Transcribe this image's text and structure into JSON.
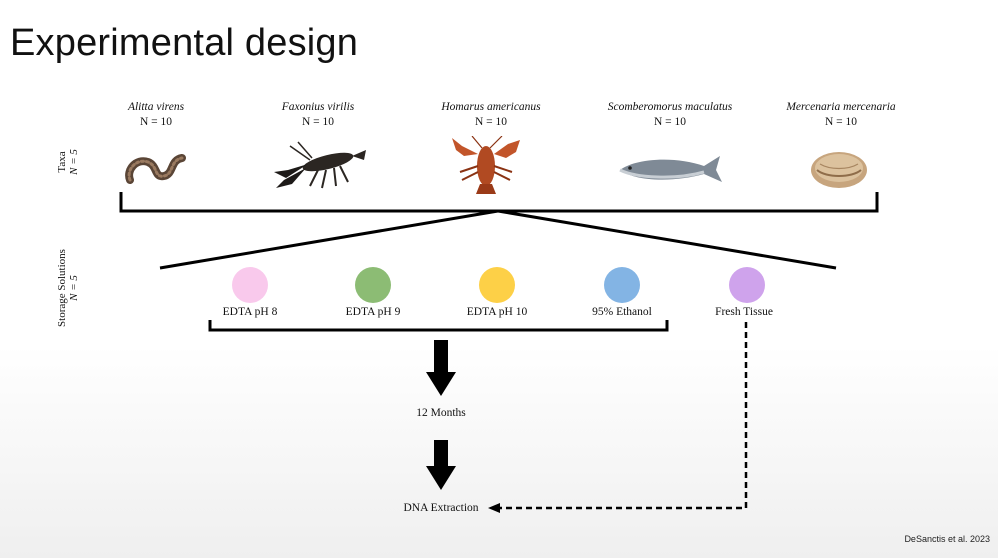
{
  "title": "Experimental design",
  "taxa_label": {
    "name": "Taxa",
    "n": "N = 5"
  },
  "solutions_label": {
    "name": "Storage Solutions",
    "n": "N = 5"
  },
  "taxa": [
    {
      "species": "Alitta virens",
      "n": "N = 10",
      "icon": "worm-icon"
    },
    {
      "species": "Faxonius virilis",
      "n": "N = 10",
      "icon": "crayfish-icon"
    },
    {
      "species": "Homarus americanus",
      "n": "N = 10",
      "icon": "lobster-icon"
    },
    {
      "species": "Scomberomorus maculatus",
      "n": "N = 10",
      "icon": "fish-icon"
    },
    {
      "species": "Mercenaria mercenaria",
      "n": "N = 10",
      "icon": "clam-icon"
    }
  ],
  "solutions": [
    {
      "label": "EDTA pH 8",
      "color": "#f9c9ec"
    },
    {
      "label": "EDTA pH 9",
      "color": "#8cbc74"
    },
    {
      "label": "EDTA pH 10",
      "color": "#fdd047"
    },
    {
      "label": "95% Ethanol",
      "color": "#83b4e4"
    },
    {
      "label": "Fresh Tissue",
      "color": "#cfa3ec"
    }
  ],
  "steps": {
    "storage": "12 Months",
    "extraction": "DNA Extraction"
  },
  "citation": "DeSanctis et al. 2023"
}
